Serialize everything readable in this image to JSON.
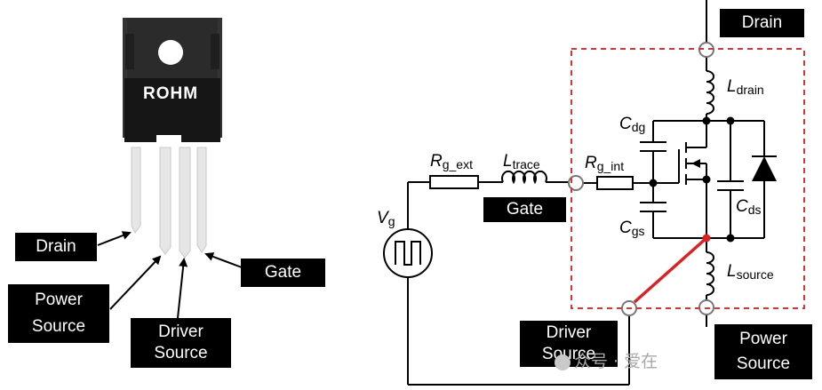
{
  "package": {
    "logo": "ROHM"
  },
  "left_labels": {
    "drain": "Drain",
    "power_source": [
      "Power",
      "Source"
    ],
    "driver_source": [
      "Driver",
      "Source"
    ],
    "gate": "Gate"
  },
  "right_labels": {
    "drain": "Drain",
    "gate": "Gate",
    "driver_source": [
      "Driver",
      "Source"
    ],
    "power_source": [
      "Power",
      "Source"
    ]
  },
  "components": {
    "rg_ext": {
      "main": "R",
      "sub": "g_ext"
    },
    "l_trace": {
      "main": "L",
      "sub": "trace"
    },
    "rg_int": {
      "main": "R",
      "sub": "g_int"
    },
    "c_dg": {
      "main": "C",
      "sub": "dg"
    },
    "c_gs": {
      "main": "C",
      "sub": "gs"
    },
    "c_ds": {
      "main": "C",
      "sub": "ds"
    },
    "l_drain": {
      "main": "L",
      "sub": "drain"
    },
    "l_source": {
      "main": "L",
      "sub": "source"
    },
    "vg": {
      "main": "V",
      "sub": "g"
    }
  },
  "watermark": "众号 · 爱在",
  "colors": {
    "label_bg": "#000000",
    "label_text": "#ffffff",
    "dashed_box": "#e03030",
    "kelvin_wire": "#e02020",
    "package_body": "#1a1a1a",
    "tab": "#3a3a3a",
    "leads": "#e8e8e8"
  }
}
